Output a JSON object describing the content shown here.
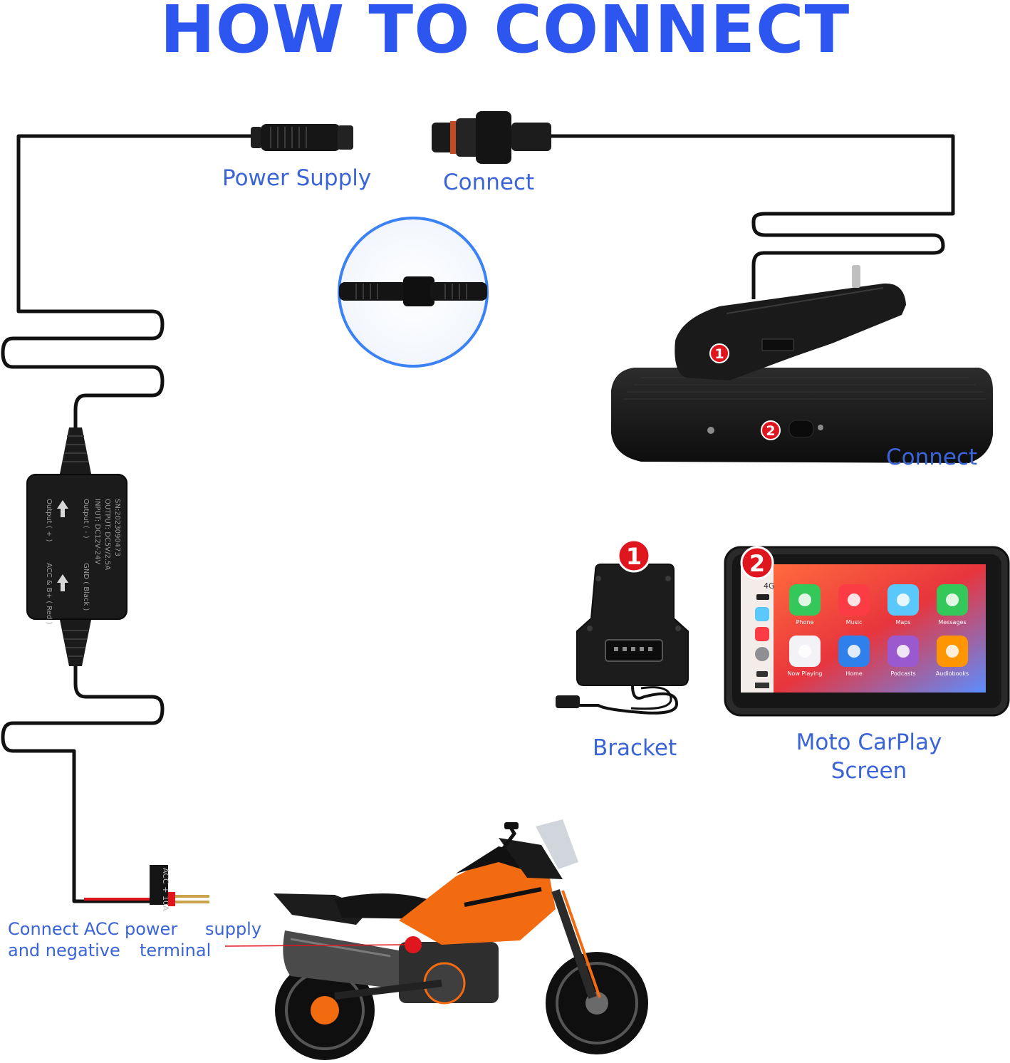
{
  "title": "HOW TO CONNECT",
  "labels": {
    "power_supply": "Power Supply",
    "connect_top": "Connect",
    "connect_right": "Connect",
    "bracket": "Bracket",
    "screen_line1": "Moto CarPlay",
    "screen_line2": "Screen",
    "acc_line1_a": "Connect ACC power",
    "acc_line1_b": "supply",
    "acc_line2_a": "and negative",
    "acc_line2_b": "terminal"
  },
  "markers": {
    "one": "1",
    "two": "2"
  },
  "converter": {
    "col1": "Output ( + )",
    "col2": "ACC & B+ ( Red )",
    "col3": "Output ( - )",
    "col4": "GND ( Black )",
    "col5": "INPUT: DC12V-24V",
    "col6": "OUTPUT: DC5V/2.5A",
    "col7": "SN:2023090473"
  },
  "screen_status": {
    "network": "4G"
  },
  "carplay_apps": [
    {
      "name": "Phone",
      "icon": "phone-icon",
      "color": "#34c759"
    },
    {
      "name": "Music",
      "icon": "music-icon",
      "color": "#fc3c44"
    },
    {
      "name": "Maps",
      "icon": "maps-icon",
      "color": "#5ac8fa"
    },
    {
      "name": "Messages",
      "icon": "messages-icon",
      "color": "#34c759"
    },
    {
      "name": "Now Playing",
      "icon": "now-playing-icon",
      "color": "#f2f2f7"
    },
    {
      "name": "Home",
      "icon": "home-icon",
      "color": "#2f80ed"
    },
    {
      "name": "Podcasts",
      "icon": "podcasts-icon",
      "color": "#9b59d0"
    },
    {
      "name": "Audiobooks",
      "icon": "audiobooks-icon",
      "color": "#ff9500"
    }
  ],
  "fuse_tap_label": "ACC + 10A",
  "colors": {
    "title": "#2d55f0",
    "label": "#3a64d8",
    "marker": "#e0161f",
    "moto_orange": "#f26b11",
    "circle_ring": "#3b82f6"
  }
}
